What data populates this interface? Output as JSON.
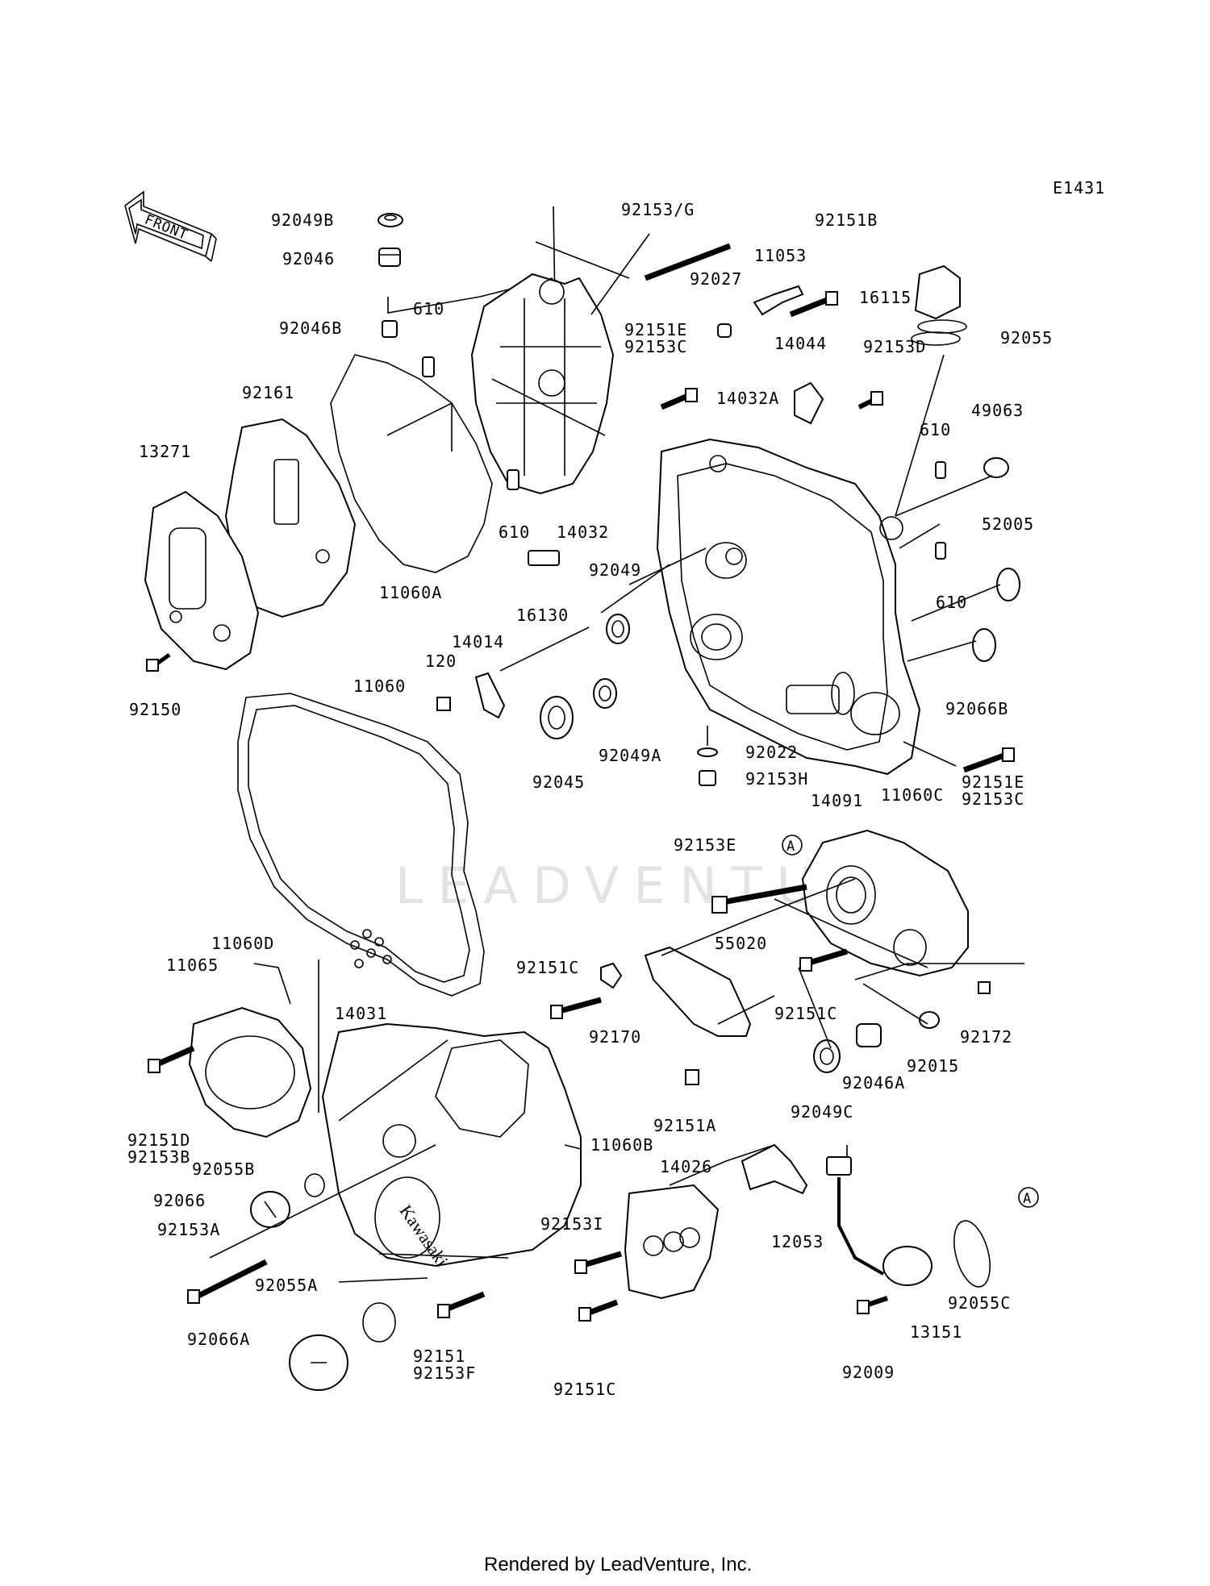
{
  "diagram_code": "E1431",
  "front_label": "FRONT",
  "watermark": "LEADVENTURE",
  "footer": "Rendered by LeadVenture, Inc.",
  "callout_a": "A",
  "parts": [
    "92049B",
    "92046",
    "92046B",
    "610",
    "92161",
    "13271",
    "92150",
    "11060A",
    "14032",
    "92153/G",
    "92027",
    "11053",
    "92151B",
    "16115",
    "92055",
    "92151E",
    "92153C",
    "14044",
    "92153D",
    "14032A",
    "49063",
    "52005",
    "16130",
    "92049",
    "14014",
    "120",
    "11060",
    "92045",
    "92049A",
    "92022",
    "92153H",
    "92066B",
    "14091",
    "11060C",
    "92153E",
    "11060D",
    "11065",
    "92151D",
    "92153B",
    "14031",
    "92151C",
    "92170",
    "55020",
    "92151A",
    "92046A",
    "92015",
    "92172",
    "92049C",
    "11060B",
    "92055B",
    "92066",
    "92153A",
    "92055A",
    "92066A",
    "92151",
    "92153F",
    "14026",
    "12053",
    "92153I",
    "13151",
    "92055C",
    "92009"
  ],
  "labels": [
    "92049B",
    "92046",
    "92046B",
    "610",
    "92161",
    "13271",
    "92150",
    "11060A",
    "610",
    "14032",
    "92153/G",
    "92027",
    "11053",
    "92151B",
    "16115",
    "92055",
    "92151E",
    "92153C",
    "14044",
    "92153D",
    "14032A",
    "610",
    "49063",
    "52005",
    "610",
    "16130",
    "92049",
    "14014",
    "120",
    "11060",
    "92045",
    "92049A",
    "92022",
    "92153H",
    "92066B",
    "92151E",
    "92153C",
    "14091",
    "11060C",
    "92153E",
    "11060D",
    "11065",
    "92151D",
    "92153B",
    "14031",
    "92151C",
    "92170",
    "55020",
    "92151C",
    "92172",
    "92015",
    "92046A",
    "92151A",
    "92049C",
    "11060B",
    "92055B",
    "92066",
    "92153A",
    "14026",
    "12053",
    "92153I",
    "92055A",
    "92066A",
    "92151",
    "92153F",
    "92151C",
    "92009",
    "13151",
    "92055C"
  ]
}
